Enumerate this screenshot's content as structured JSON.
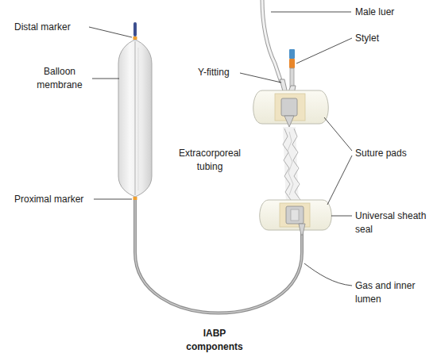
{
  "diagram": {
    "caption": "IABP components",
    "labels": [
      "Distal marker",
      "Balloon membrane",
      "Proximal marker",
      "Extracorporeal tubing",
      "Male luer",
      "Y-fitting",
      "Stylet",
      "Suture pads",
      "Universal sheath seal",
      "Gas and inner lumen"
    ]
  }
}
